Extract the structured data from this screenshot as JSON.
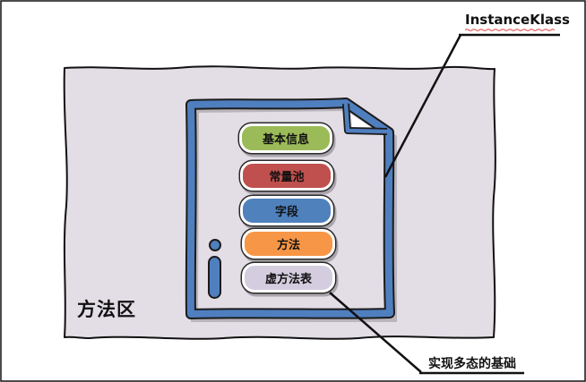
{
  "method_area": {
    "label": "方法区",
    "fill_color": "#e3dde6"
  },
  "instance_klass": {
    "label": "InstanceKlass",
    "document_color": "#4f7fbf"
  },
  "members": [
    {
      "label": "基本信息",
      "color": "#9bbb59"
    },
    {
      "label": "常量池",
      "color": "#c0504d"
    },
    {
      "label": "字段",
      "color": "#4f81bd"
    },
    {
      "label": "方法",
      "color": "#f79646"
    },
    {
      "label": "虚方法表",
      "color": "#d4cde0"
    }
  ],
  "annotation": {
    "label": "实现多态的基础"
  },
  "info_icon_name": "info-icon"
}
